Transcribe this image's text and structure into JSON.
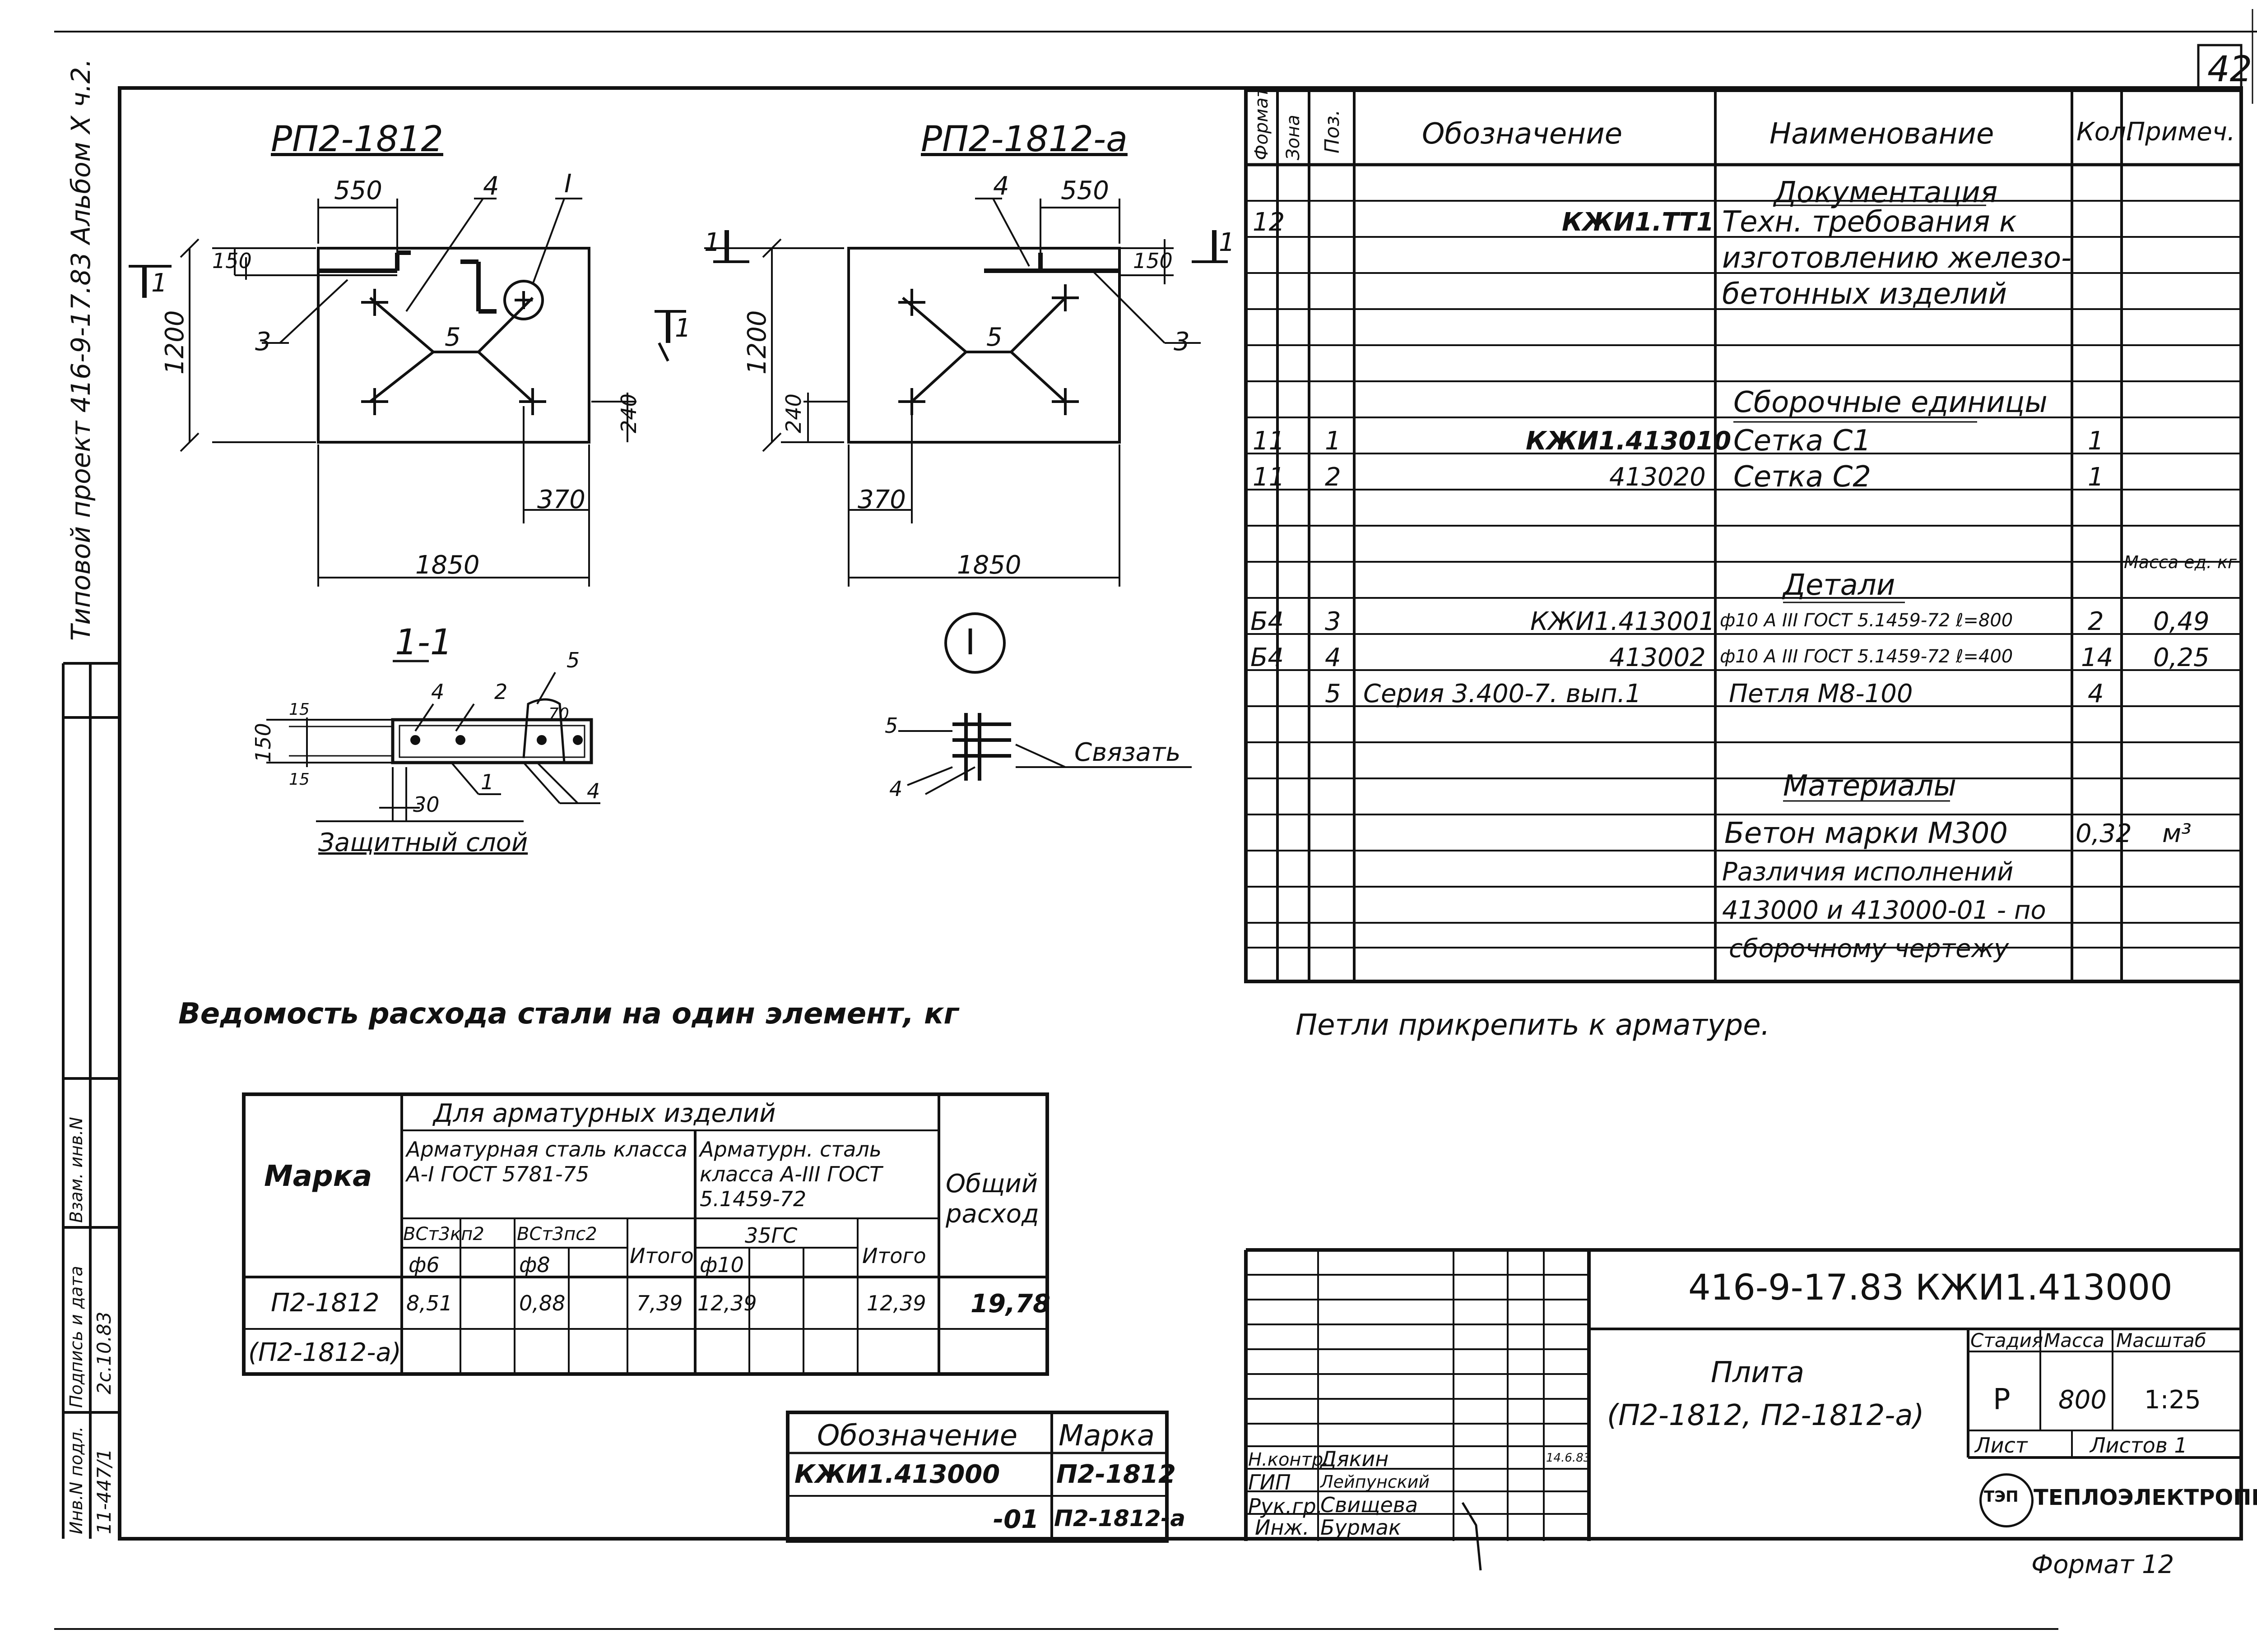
{
  "sheet": {
    "page_number": "42",
    "side_title": "Типовой проект 416-9-17.83 Альбом X ч.2.",
    "side_stamp": {
      "inv_podl": "Инв.N подл.",
      "podpis_data": "Подпись и дата",
      "vzam_inv": "Взам. инв.N",
      "inv_value": "11-447/1",
      "date_value": "2с.10.83"
    },
    "format_label": "Формат 12"
  },
  "drawings": {
    "rp2_1812": {
      "title": "РП2-1812",
      "dims": {
        "top_550": "550",
        "h_150": "150",
        "h_1200": "1200",
        "w_370": "370",
        "w_1850": "1850",
        "h_240": "240"
      },
      "labels": {
        "l3": "3",
        "l4": "4",
        "l5": "5",
        "node": "I",
        "cut": "1"
      }
    },
    "rp2_1812a": {
      "title": "РП2-1812-а",
      "dims": {
        "top_550": "550",
        "h_150": "150",
        "h_1200": "1200",
        "w_370": "370",
        "w_1850": "1850",
        "h_240": "240"
      },
      "labels": {
        "l3": "3",
        "l4": "4",
        "l5": "5",
        "cut": "1"
      }
    },
    "section": {
      "title": "1-1",
      "labels": {
        "l1": "1",
        "l2": "2",
        "l4a": "4",
        "l4b": "4",
        "l5": "5",
        "d15a": "15",
        "d15b": "15",
        "d150": "150",
        "d30": "30",
        "d70": "70"
      },
      "cover": "Защитный слой"
    },
    "node": {
      "title": "I",
      "labels": {
        "l5": "5",
        "l4": "4"
      },
      "note": "Связать"
    }
  },
  "spec": {
    "headers": {
      "format": "Формат",
      "zone": "Зона",
      "pos": "Поз.",
      "designation": "Обозначение",
      "name": "Наименование",
      "qty": "Кол.",
      "note": "Примеч."
    },
    "rows": [
      {
        "format": "",
        "pos": "",
        "designation": "",
        "name": "Документация",
        "qty": "",
        "note": "",
        "heading": true
      },
      {
        "format": "12",
        "pos": "",
        "designation": "КЖИ1.ТТ1",
        "name": "Техн. требования к",
        "qty": "",
        "note": ""
      },
      {
        "format": "",
        "pos": "",
        "designation": "",
        "name": "изготовлению железо-",
        "qty": "",
        "note": ""
      },
      {
        "format": "",
        "pos": "",
        "designation": "",
        "name": "бетонных изделий",
        "qty": "",
        "note": ""
      },
      {
        "format": "",
        "pos": "",
        "designation": "",
        "name": "",
        "qty": "",
        "note": ""
      },
      {
        "format": "",
        "pos": "",
        "designation": "",
        "name": "Сборочные единицы",
        "qty": "",
        "note": "",
        "heading": true
      },
      {
        "format": "11",
        "pos": "1",
        "designation": "КЖИ1.413010",
        "name": "Сетка С1",
        "qty": "1",
        "note": ""
      },
      {
        "format": "11",
        "pos": "2",
        "designation": "413020",
        "name": "Сетка С2",
        "qty": "1",
        "note": ""
      },
      {
        "format": "",
        "pos": "",
        "designation": "",
        "name": "",
        "qty": "",
        "note": ""
      },
      {
        "format": "",
        "pos": "",
        "designation": "",
        "name": "Детали",
        "qty": "",
        "note": "Масса ед. кг",
        "heading": true
      },
      {
        "format": "Б4",
        "pos": "3",
        "designation": "КЖИ1.413001",
        "name": "ф10 А III ГОСТ 5.1459-72 ℓ=800",
        "qty": "2",
        "note": "0,49"
      },
      {
        "format": "Б4",
        "pos": "4",
        "designation": "413002",
        "name": "ф10 А III ГОСТ 5.1459-72 ℓ=400",
        "qty": "14",
        "note": "0,25"
      },
      {
        "format": "",
        "pos": "5",
        "designation": "Серия 3.400-7. вып.1",
        "name": "Петля М8-100",
        "qty": "4",
        "note": ""
      },
      {
        "format": "",
        "pos": "",
        "designation": "",
        "name": "",
        "qty": "",
        "note": ""
      },
      {
        "format": "",
        "pos": "",
        "designation": "",
        "name": "Материалы",
        "qty": "",
        "note": "",
        "heading": true
      },
      {
        "format": "",
        "pos": "",
        "designation": "",
        "name": "Бетон марки М300",
        "qty": "0,32",
        "note": "м³"
      },
      {
        "format": "",
        "pos": "",
        "designation": "",
        "name": "Различия исполнений",
        "qty": "",
        "note": ""
      },
      {
        "format": "",
        "pos": "",
        "designation": "",
        "name": "413000 и 413000-01 - по",
        "qty": "",
        "note": ""
      },
      {
        "format": "",
        "pos": "",
        "designation": "",
        "name": "сборочному чертежу",
        "qty": "",
        "note": ""
      }
    ]
  },
  "notes": {
    "steel_title": "Ведомость расхода стали на один элемент, кг",
    "loops": "Петли прикрепить к арматуре."
  },
  "steel": {
    "marka": "Марка",
    "for_items": "Для арматурных изделий",
    "class1": "Арматурная сталь класса А-I ГОСТ 5781-75",
    "class3": "Арматурн. сталь класса А-III ГОСТ 5.1459-72",
    "total": "Общий расход",
    "st1": "ВСт3кп2",
    "st2": "ВСт3пс2",
    "st3": "35ГС",
    "itogo1": "Итого",
    "itogo2": "Итого",
    "d6": "ф6",
    "d8": "ф8",
    "d10": "ф10",
    "row_marka1": "П2-1812",
    "row_marka2": "(П2-1812-а)",
    "v_d6": "8,51",
    "v_d8": "0,88",
    "v_itogo1": "7,39",
    "v_d10": "12,39",
    "v_itogo2": "12,39",
    "v_total": "19,78"
  },
  "marks": {
    "col1": "Обозначение",
    "col2": "Марка",
    "r1c1": "КЖИ1.413000",
    "r1c2": "П2-1812",
    "r2c1": "-01",
    "r2c2": "П2-1812-а"
  },
  "title_block": {
    "code": "416-9-17.83 КЖИ1.413000",
    "name1": "Плита",
    "name2": "(П2-1812, П2-1812-а)",
    "stadia_h": "Стадия",
    "massa_h": "Масса",
    "masshtab_h": "Масштаб",
    "stadia": "Р",
    "massa": "800",
    "masshtab": "1:25",
    "list_h": "Лист",
    "listov_h": "Листов 1",
    "org": "ТЕПЛОЭЛЕКТРОПРОЕКТ",
    "logo": "ТЭП",
    "staff": [
      {
        "role": "Н.контр.",
        "name": "Дякин",
        "date": "14.6.83"
      },
      {
        "role": "ГИП",
        "name": "Лейпунский",
        "date": ""
      },
      {
        "role": "Рук.гр.",
        "name": "Свищева",
        "date": ""
      },
      {
        "role": "Инж.",
        "name": "Бурмак",
        "date": ""
      }
    ]
  }
}
